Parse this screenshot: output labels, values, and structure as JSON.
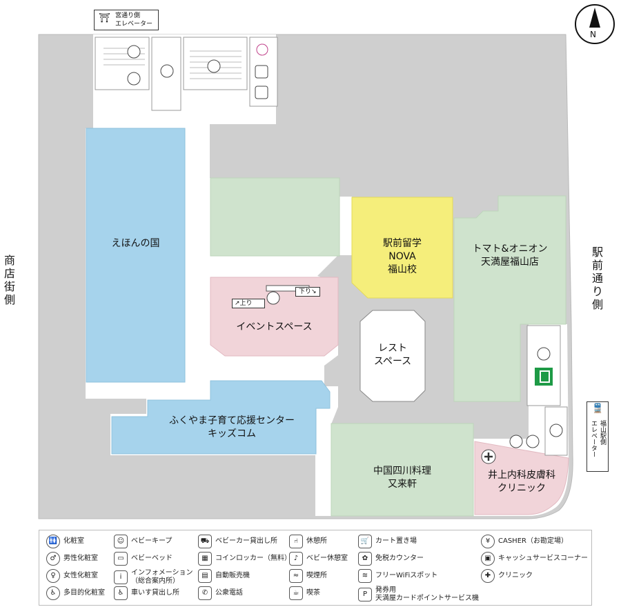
{
  "compass": {
    "letter": "N"
  },
  "shrine_elevator": {
    "line1": "宮通り側",
    "line2": "エレベーター"
  },
  "fukuyama_elevator": {
    "line1": "福山駅側",
    "line2": "エレベーター"
  },
  "side_labels": {
    "left": [
      "商",
      "店",
      "街",
      "側"
    ],
    "right": [
      "駅",
      "前",
      "通",
      "り",
      "側"
    ]
  },
  "areas": {
    "ehon": {
      "name": "えほんの国"
    },
    "nova": {
      "lines": [
        "駅前留学",
        "NOVA",
        "福山校"
      ]
    },
    "tomato": {
      "lines": [
        "トマト&オニオン",
        "天満屋福山店"
      ]
    },
    "event": {
      "name": "イベントスペース"
    },
    "rest": {
      "lines": [
        "レスト",
        "スペース"
      ]
    },
    "kids": {
      "lines": [
        "ふくやま子育て応援センター",
        "キッズコム"
      ]
    },
    "chinese": {
      "lines": [
        "中国四川料理",
        "又来軒"
      ]
    },
    "clinic": {
      "lines": [
        "井上内科皮膚科",
        "クリニック"
      ]
    }
  },
  "escalator": {
    "up": "上り",
    "down": "下り"
  },
  "colors": {
    "gray": "#cfcfcf",
    "blue": "#a6d3ec",
    "green": "#cfe3cd",
    "yellow": "#f5ee7b",
    "pink": "#f1d4d9",
    "walk": "#ffffff",
    "exit_green": "#1e9a46"
  },
  "legend": [
    {
      "icon": "powder-room-icon",
      "glyph": "🚻",
      "lines": [
        "化粧室"
      ]
    },
    {
      "icon": "mens-room-icon",
      "glyph": "♂",
      "lines": [
        "男性化粧室"
      ]
    },
    {
      "icon": "womens-room-icon",
      "glyph": "♀",
      "lines": [
        "女性化粧室"
      ]
    },
    {
      "icon": "multipurpose-room-icon",
      "glyph": "♿",
      "lines": [
        "多目的化粧室"
      ]
    },
    {
      "icon": "baby-keep-icon",
      "glyph": "☺",
      "lines": [
        "ベビーキープ"
      ]
    },
    {
      "icon": "baby-bed-icon",
      "glyph": "▭",
      "lines": [
        "ベビーベッド"
      ]
    },
    {
      "icon": "information-icon",
      "glyph": "i",
      "lines": [
        "インフォメーション",
        "（総合案内所）"
      ]
    },
    {
      "icon": "wheelchair-rental-icon",
      "glyph": "♿",
      "lines": [
        "車いす貸出し所"
      ]
    },
    {
      "icon": "stroller-rental-icon",
      "glyph": "⛟",
      "lines": [
        "ベビーカー貸出し所"
      ]
    },
    {
      "icon": "coin-locker-icon",
      "glyph": "▦",
      "lines": [
        "コインロッカー（無料）"
      ]
    },
    {
      "icon": "vending-machine-icon",
      "glyph": "▤",
      "lines": [
        "自動販売機"
      ]
    },
    {
      "icon": "public-phone-icon",
      "glyph": "✆",
      "lines": [
        "公衆電話"
      ]
    },
    {
      "icon": "rest-area-icon",
      "glyph": "⑁",
      "lines": [
        "休憩所"
      ]
    },
    {
      "icon": "baby-rest-icon",
      "glyph": "♪",
      "lines": [
        "ベビー休憩室"
      ]
    },
    {
      "icon": "smoking-area-icon",
      "glyph": "≈",
      "lines": [
        "喫煙所"
      ]
    },
    {
      "icon": "cafe-icon",
      "glyph": "☕",
      "lines": [
        "喫茶"
      ]
    },
    {
      "icon": "cart-storage-icon",
      "glyph": "🛒",
      "lines": [
        "カート置き場"
      ]
    },
    {
      "icon": "tax-free-icon",
      "glyph": "✿",
      "lines": [
        "免税カウンター"
      ]
    },
    {
      "icon": "wifi-spot-icon",
      "glyph": "≋",
      "lines": [
        "フリーWiFiスポット"
      ]
    },
    {
      "icon": "parking-ticket-icon",
      "glyph": "P",
      "lines": [
        "発券用",
        "天満屋カードポイントサービス機"
      ]
    },
    {
      "icon": "casher-icon",
      "glyph": "¥",
      "lines": [
        "CASHER（お勘定場）"
      ]
    },
    {
      "icon": "cash-service-icon",
      "glyph": "▣",
      "lines": [
        "キャッシュサービスコーナー"
      ]
    },
    {
      "icon": "clinic-icon",
      "glyph": "✚",
      "lines": [
        "クリニック"
      ]
    }
  ]
}
